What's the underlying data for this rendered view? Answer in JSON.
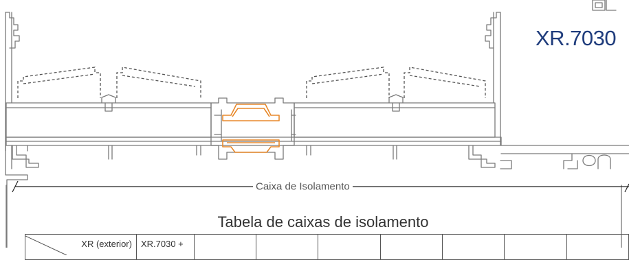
{
  "product_code": "XR.7030",
  "dimension_label": "Caixa de Isolamento",
  "table": {
    "title": "Tabela de caixas de isolamento",
    "header_cells": [
      "XR (exterior)",
      "XR.7030 +"
    ]
  },
  "colors": {
    "outline": "#7a7a7a",
    "highlight": "#e8892b",
    "title": "#1f3c7c"
  },
  "icons": [
    "profile-section-icon"
  ]
}
